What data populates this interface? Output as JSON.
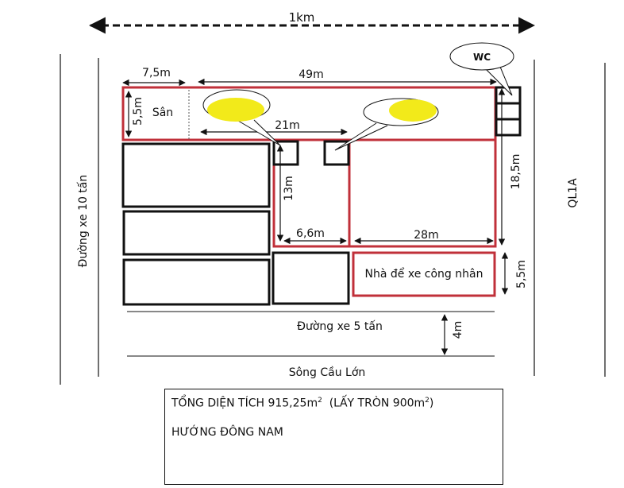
{
  "scale": {
    "label": "1km"
  },
  "dimensions": {
    "yard_width": "7,5m",
    "top_length": "49m",
    "yard_depth": "5,5m",
    "inner_width": "21m",
    "column_height": "13m",
    "column_width": "6,6m",
    "right_width": "28m",
    "right_height": "18,5m",
    "parking_height": "5,5m",
    "road_width": "4m"
  },
  "labels": {
    "yard": "Sân",
    "wc": "WC",
    "parking": "Nhà để xe công nhân",
    "road_left": "Đường xe 10 tấn",
    "road_right": "QL1A",
    "road_bottom": "Đường xe 5 tấn",
    "river": "Sông Cầu Lớn"
  },
  "info": {
    "area_text": "TỔNG DIỆN TÍCH 915,25m",
    "area_sup": "2",
    "rounded_text": "(LẤY TRÒN 900m",
    "rounded_sup": "2",
    "rounded_close": ")",
    "direction": "HƯỚNG ĐÔNG NAM"
  },
  "colors": {
    "outline_red": "#c0303a",
    "outline_black": "#111111",
    "highlight_yellow": "#f2ea1a"
  }
}
